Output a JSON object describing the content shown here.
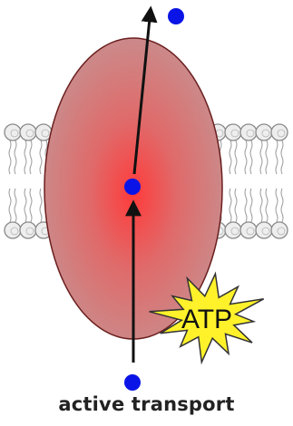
{
  "diagram": {
    "caption": "active transport",
    "energy_label": "ATP",
    "colors": {
      "protein_center": "#ff3b3b",
      "protein_edge": "#c98d8d",
      "protein_outline": "#6b1f1f",
      "molecule": "#0a14e6",
      "arrow": "#111111",
      "burst_fill": "#fff22a",
      "burst_stroke": "#333333",
      "lipid_head": "#eeeeee",
      "lipid_outline": "#8a8a8a",
      "lipid_tail": "#9a9a9a"
    },
    "icons": {
      "molecule": "blue-dot",
      "energy": "starburst"
    }
  }
}
